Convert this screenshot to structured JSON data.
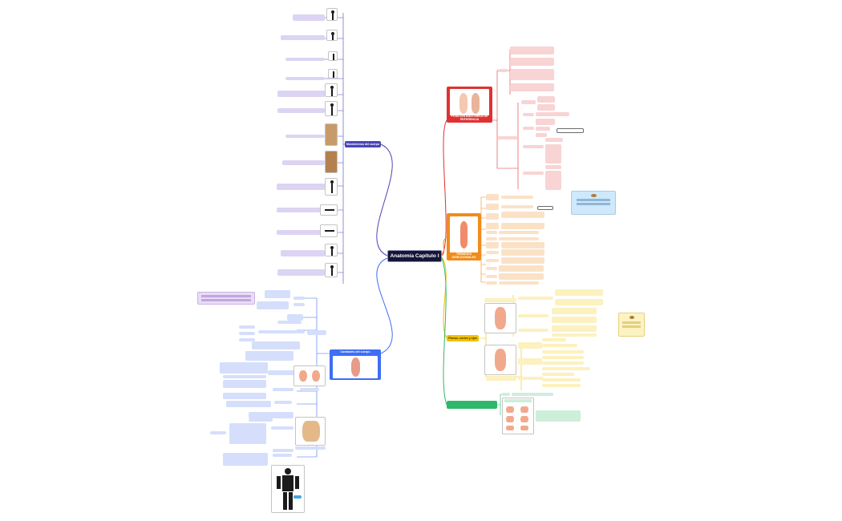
{
  "colors": {
    "background": "#ffffff",
    "central": "#15153a",
    "branch_movements": "#4a46b8",
    "branch_position": "#e03131",
    "branch_terms": "#f08c1c",
    "branch_planes": "#f2c100",
    "branch_zones": "#2fb86b",
    "branch_cavities": "#3d6ef5",
    "leaf_purple": "#dcd4f2",
    "leaf_red": "#f8d4d4",
    "leaf_orange": "#fbe2c6",
    "leaf_yellow": "#fcf1bf",
    "leaf_green": "#cdeedb",
    "leaf_blue": "#d5dffb"
  },
  "central": {
    "label": "Anatomía Capítulo I"
  },
  "branches": {
    "movements": {
      "label": "Movimientos del cuerpo",
      "icon": "human-figure-icons"
    },
    "position": {
      "label": "POSICIÓN ANATÓMICA DE REFERENCIA",
      "icon": "anatomical-position-illustration"
    },
    "terms": {
      "label": "TÉRMINOS DIRECCIONALES",
      "icon": "directional-terms-illustration"
    },
    "planes": {
      "label": "Planos, cortes y ejes",
      "icon": "body-planes-illustration"
    },
    "zones": {
      "label": "",
      "icon": "abdominal-regions-illustration"
    },
    "cavities": {
      "label": "Cavidades del cuerpo",
      "icon": "body-cavities-illustration"
    }
  }
}
